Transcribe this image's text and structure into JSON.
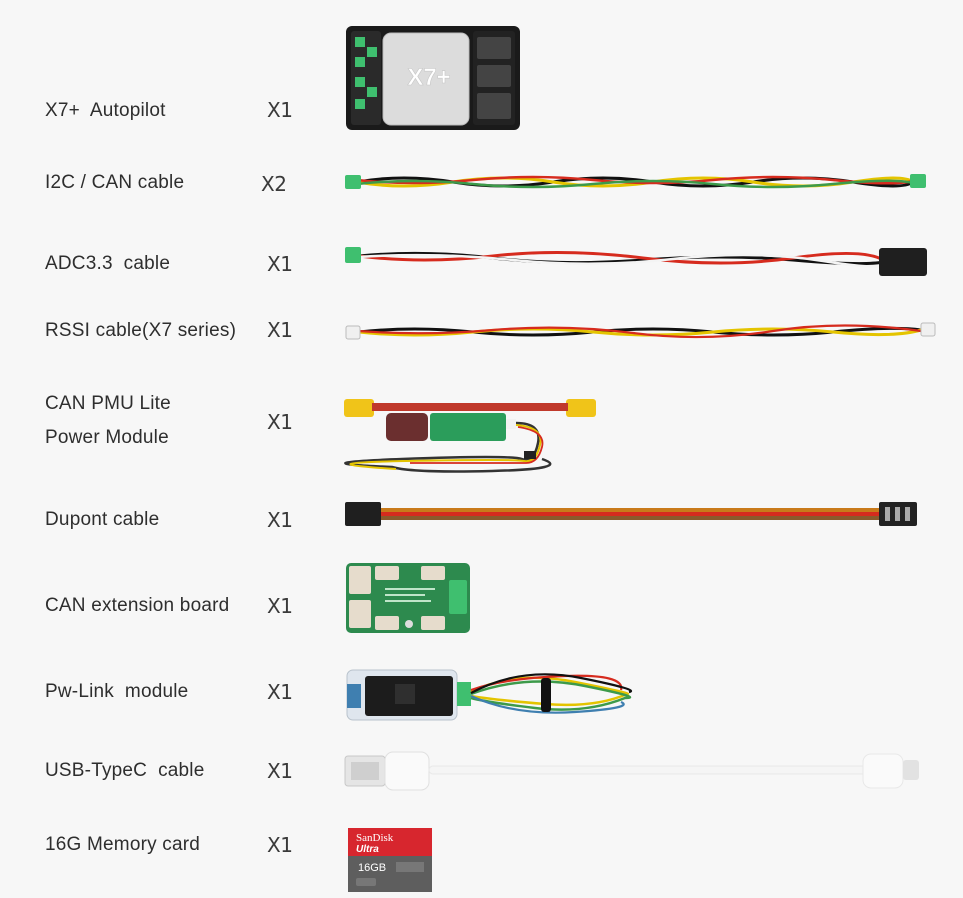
{
  "items": [
    {
      "name": "X7+  Autopilot",
      "qty": "X1",
      "art": "autopilot-image",
      "device_text": "X7+"
    },
    {
      "name": "I2C / CAN cable",
      "qty": "X2",
      "art": "i2c-can-cable-image"
    },
    {
      "name": "ADC3.3  cable",
      "qty": "X1",
      "art": "adc-cable-image"
    },
    {
      "name": "RSSI cable(X7 series)",
      "qty": "X1",
      "art": "rssi-cable-image"
    },
    {
      "name": "CAN PMU Lite",
      "name2": "Power Module",
      "qty": "X1",
      "art": "power-module-image"
    },
    {
      "name": "Dupont cable",
      "qty": "X1",
      "art": "dupont-cable-image"
    },
    {
      "name": "CAN extension board",
      "qty": "X1",
      "art": "can-extension-board-image"
    },
    {
      "name": "Pw-Link  module",
      "qty": "X1",
      "art": "pw-link-module-image"
    },
    {
      "name": "USB-TypeC  cable",
      "qty": "X1",
      "art": "usb-typec-cable-image"
    },
    {
      "name": "16G Memory card",
      "qty": "X1",
      "art": "memory-card-image",
      "card_brand": "SanDisk",
      "card_line": "Ultra",
      "card_capacity": "16GB"
    }
  ]
}
